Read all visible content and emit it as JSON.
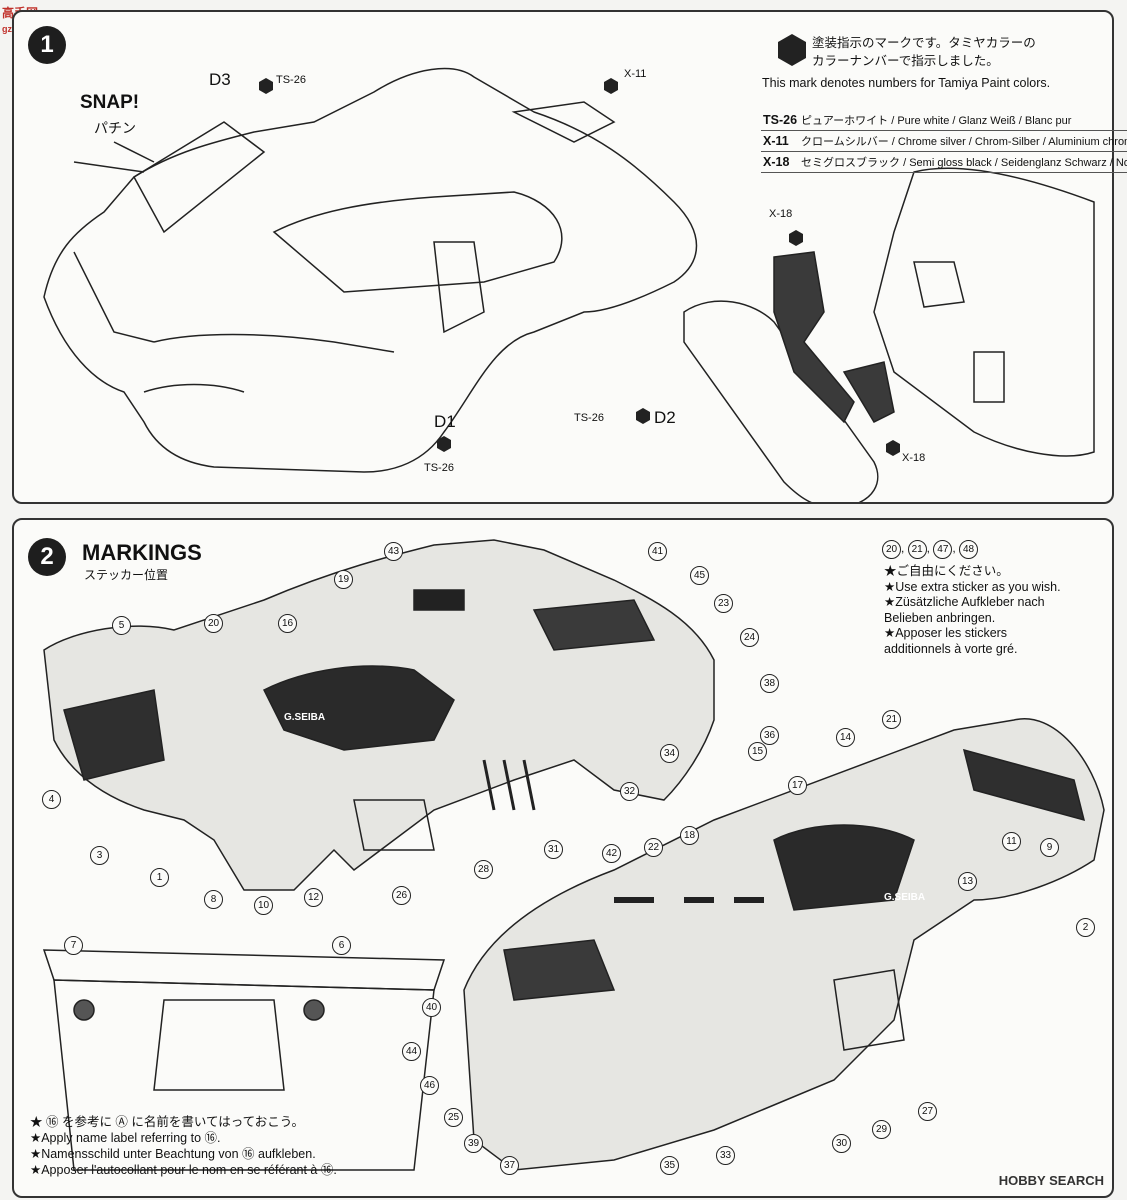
{
  "watermark": {
    "brand": "高手网",
    "site": "gzs.com"
  },
  "step1": {
    "number": "1",
    "snap": "SNAP!",
    "snap_jp": "パチン",
    "legend_jp_line1": "塗装指示のマークです。タミヤカラーの",
    "legend_jp_line2": "カラーナンバーで指示しました。",
    "legend_en": "This mark denotes numbers for Tamiya Paint colors.",
    "paints": [
      {
        "code": "TS-26",
        "desc": "ピュアーホワイト / Pure white / Glanz Weiß / Blanc pur"
      },
      {
        "code": "X-11",
        "desc": "クロームシルバー / Chrome silver / Chrom-Silber / Aluminium chromé"
      },
      {
        "code": "X-18",
        "desc": "セミグロスブラック / Semi gloss black / Seidenglanz Schwarz / Noir satiné"
      }
    ],
    "labels": {
      "d3": "D3",
      "d3_paint": "TS-26",
      "x11": "X-11",
      "d1": "D1",
      "d1_paint": "TS-26",
      "x18a": "X-18",
      "x18b": "X-18",
      "d2": "D2",
      "d2_paint": "TS-26"
    }
  },
  "step2": {
    "number": "2",
    "title": "MARKINGS",
    "title_jp": "ステッカー位置",
    "extra_ids": [
      "20",
      "21",
      "47",
      "48"
    ],
    "extra_text": [
      "★ご自由にください。",
      "★Use extra sticker as you wish.",
      "★Züsätzliche Aufkleber nach",
      "Belieben anbringen.",
      "★Apposer les stickers",
      "additionnels à vorte gré."
    ],
    "name_label_text": [
      "★ ⑯ を参考に Ⓐ に名前を書いてはっておこう。",
      "★Apply name label referring to ⑯.",
      "★Namensschild unter Beachtung von ⑯ aufkleben.",
      "★Apposer l'autocollant pour le nom en se référant à ⑯."
    ],
    "car_text": "G.SEIBA",
    "callouts": [
      "1",
      "2",
      "3",
      "4",
      "5",
      "6",
      "7",
      "8",
      "9",
      "10",
      "11",
      "12",
      "13",
      "14",
      "15",
      "16",
      "17",
      "18",
      "19",
      "20",
      "21",
      "22",
      "23",
      "24",
      "25",
      "26",
      "27",
      "28",
      "29",
      "30",
      "31",
      "32",
      "33",
      "34",
      "35",
      "36",
      "37",
      "38",
      "39",
      "40",
      "41",
      "42",
      "43",
      "44",
      "45",
      "46"
    ]
  },
  "footer": {
    "brand": "HOBBY SEARCH"
  }
}
